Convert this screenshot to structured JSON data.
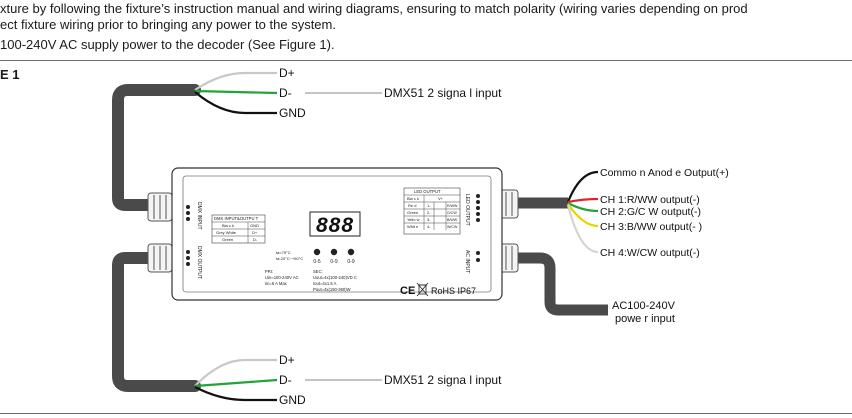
{
  "instructions": {
    "line1": "xture by following the fixture’s instruction manual and wiring diagrams, ensuring to match polarity (wiring varies depending on prod",
    "line2": "ect fixture wiring prior to bringing any power to the system.",
    "line3": " 100-240V AC supply power to the decoder (See Figure 1)."
  },
  "figure": {
    "label": "E 1",
    "top_connector": {
      "pins": [
        "D+",
        "D-",
        "GND"
      ],
      "signal_label": "DMX51 2 signa l input"
    },
    "bottom_connector": {
      "pins": [
        "D+",
        "D-",
        "GND"
      ],
      "signal_label": "DMX51 2 signa l input"
    },
    "outputs": [
      "Commo n Anod e Output(+)",
      "CH 1:R/WW  output(-)",
      "CH 2:G/C W output(-)",
      "CH 3:B/WW  output(-  )",
      "CH 4:W/CW  output(-)"
    ],
    "power_label_1": "AC100-240V",
    "power_label_2": "powe r input",
    "device": {
      "display": "888",
      "button_labels": [
        "0-5",
        "0-9",
        "0-9"
      ],
      "left_port_top": "DMX INPUT",
      "left_port_bottom": "DMX OUTPUT",
      "right_port_top": "LED OUTPUT",
      "right_port_bottom": "AC INPUT",
      "dmx_table": {
        "header": "DMX INPUT&OUTPU T",
        "rows": [
          [
            "Bla c k",
            "GND"
          ],
          [
            "Grey White",
            "D+"
          ],
          [
            "Green",
            "D-"
          ]
        ]
      },
      "led_table": {
        "header": "LED OUTPUT",
        "rows": [
          [
            "Bla c k",
            "V+",
            ""
          ],
          [
            "Re d",
            "1-",
            "R/WW"
          ],
          [
            "Green",
            "2-",
            "G/CW"
          ],
          [
            "Yello w",
            "3-",
            "B/WW"
          ],
          [
            "Whit e",
            "4-",
            "W/CW"
          ]
        ]
      },
      "temp_line1": "ta=75°C",
      "temp_line2": "ta-20°C~+50°C",
      "pri": [
        "PRI:",
        "Uin=100-240V  AC",
        "Iin=6 A Max"
      ],
      "sec": [
        "SEC:",
        "Uout=4x(100-240)VD    C",
        "Iout=4x1.5  A",
        "Pout=4x(150-360)W"
      ],
      "cert": "RoHS IP67",
      "ce": "CE"
    },
    "wire_colors": {
      "cable": "#4a4a4a",
      "common_anode": "#111111",
      "ch1": "#e02424",
      "ch2": "#1fa33a",
      "ch3": "#e6d600",
      "ch4": "#d4d4d4",
      "dmx_plus": "#c8c8c8",
      "dmx_minus": "#1fa33a",
      "gnd": "#111111"
    }
  }
}
